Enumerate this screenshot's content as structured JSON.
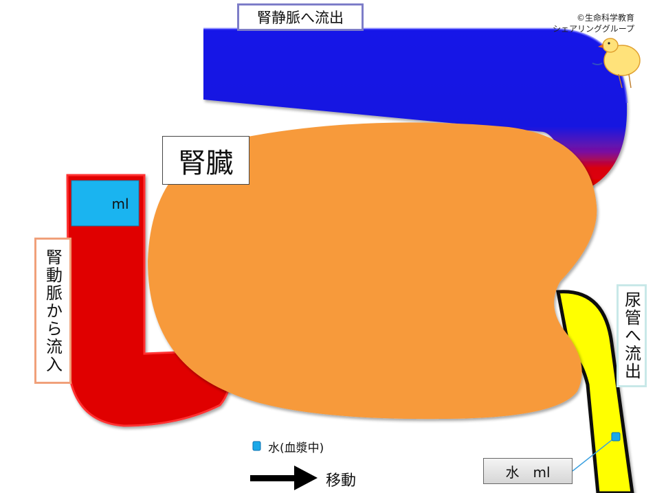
{
  "title_label": "腎臓",
  "vein_label": "腎静脈へ流出",
  "artery_label": "腎動脈から流入",
  "ureter_label": "尿管へ流出",
  "counter_unit": "ml",
  "water_counter_label": "水　ml",
  "legend": {
    "water_item": "水(血漿中)",
    "move_item": "移動"
  },
  "credit": {
    "line1": "©生命科学教育",
    "line2": "シェアリンググループ"
  },
  "colors": {
    "kidney": "#f79a3a",
    "artery": "#e00000",
    "vein": "#1010e0",
    "ureter": "#ffff00",
    "water": "#1aa8e8"
  },
  "icons": {
    "chick": "chick-icon",
    "arrow": "arrow-right-icon",
    "water_drop": "water-cube-icon"
  }
}
